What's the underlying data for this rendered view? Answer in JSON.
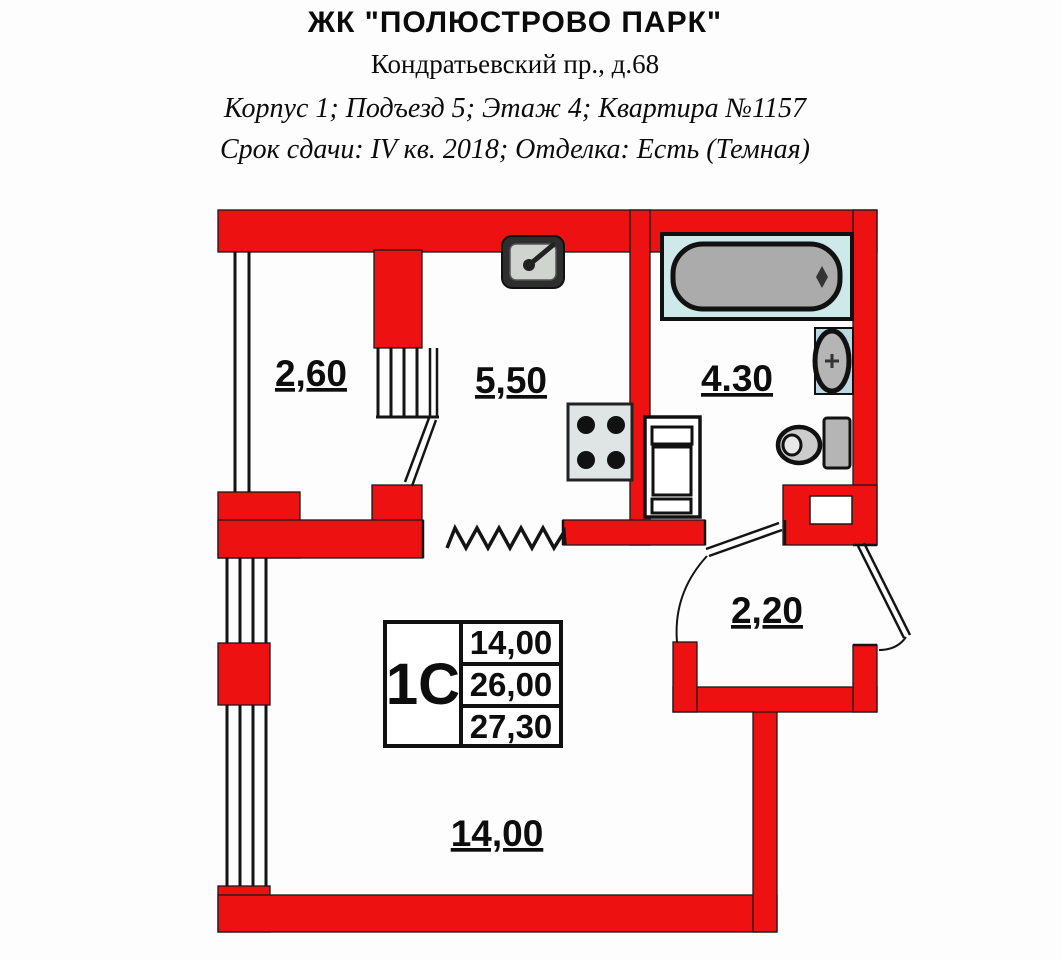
{
  "header": {
    "title": "ЖК \"ПОЛЮСТРОВО ПАРК\"",
    "address": "Кондратьевский пр., д.68",
    "unit_info": "Корпус 1; Подъезд 5; Этаж 4; Квартира №1157",
    "delivery_info": "Срок сдачи: IV кв. 2018; Отделка: Есть (Темная)"
  },
  "plan": {
    "rooms": {
      "balcony": {
        "area": "2,60"
      },
      "kitchen": {
        "area": "5,50"
      },
      "bathroom": {
        "area": "4.30"
      },
      "hallway": {
        "area": "2,20"
      },
      "living_room": {
        "area": "14,00"
      }
    },
    "info_table": {
      "type": "1С",
      "living_area": "14,00",
      "total_area": "26,00",
      "total_with_balcony": "27,30"
    },
    "fixtures": [
      "kitchen-sink",
      "stove",
      "bathtub",
      "washbasin",
      "toilet",
      "washing-machine"
    ],
    "colors": {
      "wall": "#ee1111",
      "line": "#1a1a1a",
      "tub_bg": "#cde9e9",
      "basin_bg": "#bcd9e2",
      "fixture_gray": "#ababab"
    }
  }
}
